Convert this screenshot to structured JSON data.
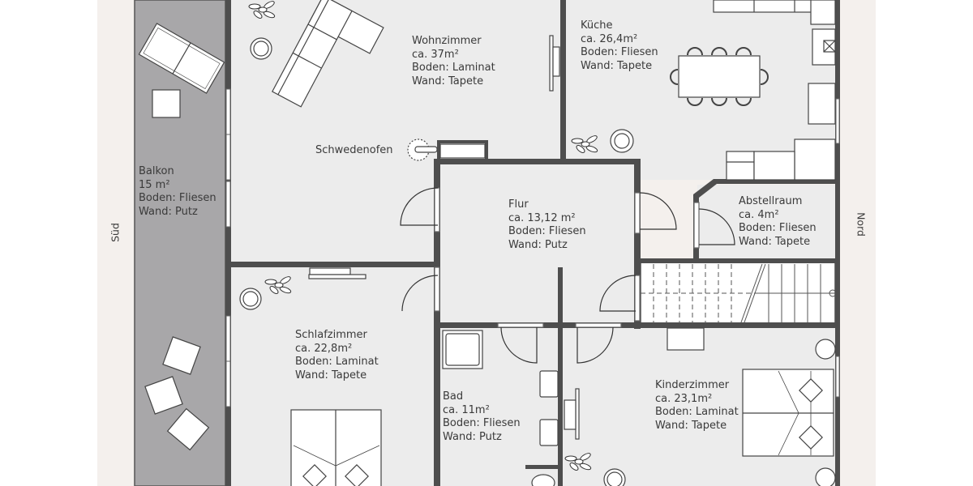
{
  "plan": {
    "compass": {
      "south": "Süd",
      "north": "Nord"
    },
    "colors": {
      "floor": "#ececec",
      "balcony": "#a8a7a9",
      "wall": "#4e4e4e",
      "frame": "#f4f0ed",
      "text": "#3a3a3a"
    },
    "annotations": {
      "stove": "Schwedenofen"
    },
    "rooms": [
      {
        "name": "Balkon",
        "area": "15 m²",
        "floor": "Boden: Fliesen",
        "wall": "Wand: Putz"
      },
      {
        "name": "Wohnzimmer",
        "area": "ca. 37m²",
        "floor": "Boden: Laminat",
        "wall": "Wand: Tapete"
      },
      {
        "name": "Küche",
        "area": "ca. 26,4m²",
        "floor": "Boden: Fliesen",
        "wall": "Wand: Tapete"
      },
      {
        "name": "Flur",
        "area": "ca. 13,12 m²",
        "floor": "Boden: Fliesen",
        "wall": "Wand: Putz"
      },
      {
        "name": "Abstellraum",
        "area": "ca. 4m²",
        "floor": "Boden: Fliesen",
        "wall": "Wand: Tapete"
      },
      {
        "name": "Schlafzimmer",
        "area": "ca. 22,8m²",
        "floor": "Boden: Laminat",
        "wall": "Wand: Tapete"
      },
      {
        "name": "Bad",
        "area": "ca. 11m²",
        "floor": "Boden: Fliesen",
        "wall": "Wand: Putz"
      },
      {
        "name": "Kinderzimmer",
        "area": "ca. 23,1m²",
        "floor": "Boden: Laminat",
        "wall": "Wand: Tapete"
      }
    ]
  }
}
